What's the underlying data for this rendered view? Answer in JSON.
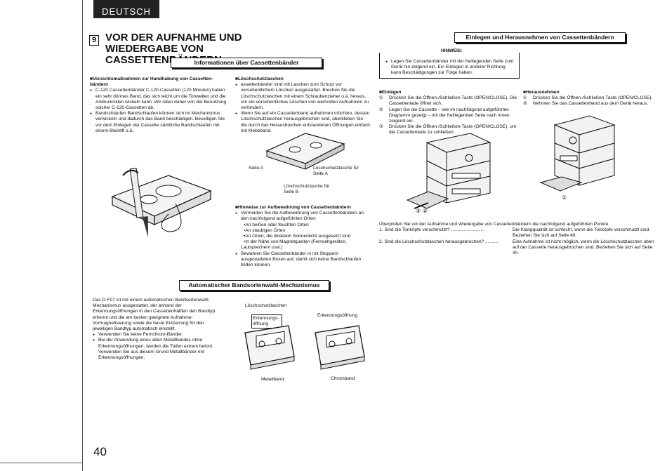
{
  "language_tab": "DEUTSCH",
  "page_number": "40",
  "section_number": "9",
  "main_title": "VOR DER AUFNAHME UND WIEDERGABE VON CASSETTENBÄNDERN",
  "info_box": "Informationen über Cassettenbänder",
  "vorsicht": {
    "heading": "Vorsichtsmaßnahmen zur Handhabung von Cassetten-bändern",
    "items": [
      "C-120 Cassettenbänder C-120-Cassetten (120 Minuten) haben ein sehr dünnes Band, das sich leicht um die Tonwellen und die Andruckrollen wickeln kann. Wir raten daher von der Benutzung solcher C-120-Cassetten ab.",
      "Bandschlaufen Bandschlaufen können sich im Mechanismus verwickeln und dadurch das Band beschädigen. Beseitigen Sie vor dem Einlegen der Cassette sämtliche Bandschlaufen mit einem Bleistift o.ä.."
    ]
  },
  "loesch": {
    "heading": "Löschschutzlaschen",
    "items": [
      "assettenbänder sind mit Laschen zum Schutz vor versehentlichem Löschen ausgestattet. Brechen Sie die Löschschutzlaschen mit einem Schraubenzieher o.ä. heraus, um ein versehentliches Löschen von wertvollen Aufnahmen zu verhindern.",
      "Wenn Sie auf ein Cassettenband aufnehmen möchten, dessen Löschschutzlaschen herausgebrochen sind, überkleben Sie die durch das Herausbrechen entstandenen Öffnungen einfach mit Klebeband."
    ],
    "label_seite_a": "Seite A",
    "label_lasche_a": "Löschschutzlasche für Seite A",
    "label_lasche_b": "Löschschutzlasche für Seite B"
  },
  "aufbewahrung": {
    "heading": "Hinweise zur Aufbewahrung von Cassettenbändern",
    "intro": "Vermeiden Sie die Aufbewahrung von Cassettenbändern an den nachfolgend aufgeführten Orten:",
    "sub": [
      "•An heißen oder feuchten Orten",
      "•An staubigen Orten",
      "•An Orten, die direktem Sonnenlicht ausgesetzt sind",
      "•In der Nähe von Magnetquellen (Fernsehgeräten, Lautsprechern usw.)"
    ],
    "last": "Bewahren Sie Cassettenbänder in mit Stoppern ausgestatteten Boxen auf, damit sich keine Bandschlaufen bilden können."
  },
  "einlegen_box": "Einlegen und Herausnehmen von Cassettenbändern",
  "hinweis": {
    "label": "HINWEIS:",
    "text": "Legen Sie Cassettenbänder mit der freiliegenden Seite zum Gerät hin zeigend ein. Ein Einlegen in anderer Richtung kann Beschädigungen zur Folge haben."
  },
  "einlegen": {
    "heading": "Einlegen",
    "steps": [
      {
        "n": "①",
        "text": "Drücken Sie die Öffnen-/Schließen-Taste (OPEN/CLOSE). Die Cassettenlade öffnet sich."
      },
      {
        "n": "②",
        "text": "Legen Sie die Cassette – wie im nachfolgend aufgeführten Diagramm gezeigt – mit der freiliegenden Seite nach innen zeigend ein."
      },
      {
        "n": "③",
        "text": "Drücken Sie die Öffnen-/Schließen-Taste (OPEN/CLOSE), um die Cassettenlade zu schließen."
      }
    ]
  },
  "herausnehmen": {
    "heading": "Herausnehmen",
    "steps": [
      {
        "n": "①",
        "text": "Drücken Sie die Öffnen-/Schließen-Taste (OPEN/CLOSE)."
      },
      {
        "n": "②",
        "text": "Nehmen Sie das Cassettenband aus dem Gerät heraus."
      }
    ]
  },
  "check": {
    "intro": "Überprüfen Sie vor der Aufnahme und Wiedergabe von Cassettenbändern die nachfolgend aufgeführten Punkte",
    "rows": [
      {
        "q": "1.  Sind die Tonköpfe verschmutzt? ..........................",
        "a": "Die Klangqualität ist schlecht, wenn die Tonköpfe verschmutzt sind. Beziehen Sie sich auf Seite 49."
      },
      {
        "q": "2.  Sind die Löschschutzlaschen herausgebrochen? ..........",
        "a": "Eine Aufnahme ist nicht möglich, wenn die Löschschutzlaschen oben auf der Cassette herausgebrochen sind. Beziehen Sie sich auf Seite 40."
      }
    ]
  },
  "auto_box": "Automatischer Bandsortenwahl-Mechanismus",
  "auto": {
    "text": "Das D-F07 ist mit einem automatischen Bandsortenwahl-Mechanismus ausgestattet, der anhand der Erkennungsöffnungen in den Cassettenhälften den Bandtyp erkennt und die am besten geeignete Aufnahme-Vormagnetisierung sowie die beste Entzerrung für den jeweiligen Bandtyp automatisch einstellt.",
    "items": [
      "Verwenden Sie keine Ferrichrom-Bänder.",
      "Bei der Anwendung eines alten Metallbandes ohne Erkennungsöffnungen, werden die Tiefen extrem betont. Verwenden Sie aus diesem Grund Metallbänder mit Erkennungsöffnungen."
    ],
    "label_loesch": "Löschschutzlaschen",
    "label_erkennung1": "Erkennungs-öffnung",
    "label_erkennung2": "Erkennungsöffnung",
    "label_metall": "Metallband",
    "label_chrom": "Chromband"
  }
}
